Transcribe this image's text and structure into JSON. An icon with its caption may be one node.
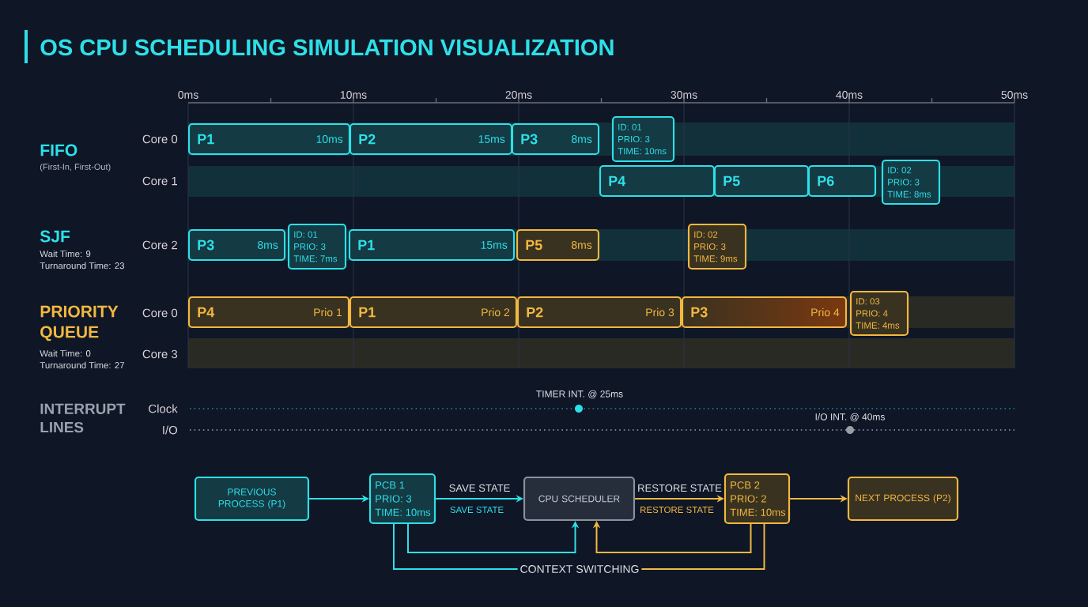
{
  "diagram": {
    "title": "OS CPU SCHEDULING SIMULATION VISUALIZATION",
    "nodes": [
      {
        "text": [
          "P1",
          "10ms"
        ]
      },
      {
        "text": [
          "P2",
          "15ms"
        ]
      },
      {
        "text": [
          "P3",
          "8ms"
        ]
      },
      {
        "text": [
          "ID: 01",
          "PRIO: 3",
          "TIME: 10ms"
        ]
      },
      {
        "text": [
          "P4"
        ]
      },
      {
        "text": [
          "P5"
        ]
      },
      {
        "text": [
          "P6"
        ]
      },
      {
        "text": [
          "ID: 02",
          "PRIO: 3",
          "TIME: 8ms"
        ]
      },
      {
        "text": [
          "P3",
          "8ms"
        ]
      },
      {
        "text": [
          "ID: 01",
          "PRIO: 3",
          "TIME: 7ms"
        ]
      },
      {
        "text": [
          "P1",
          "15ms"
        ]
      },
      {
        "text": [
          "P5",
          "8ms"
        ]
      },
      {
        "text": [
          "ID: 02",
          "PRIO: 3",
          "TIME: 9ms"
        ]
      },
      {
        "text": [
          "P4",
          "Prio 1"
        ]
      },
      {
        "text": [
          "P1",
          "Prio 2"
        ]
      },
      {
        "text": [
          "P2",
          "Prio 3"
        ]
      },
      {
        "text": [
          "P3",
          "Prio 4"
        ]
      },
      {
        "text": [
          "ID: 03",
          "PRIO: 4",
          "TIME: 4ms"
        ]
      },
      {
        "text": [
          "PREVIOUS PROCESS (P1)"
        ]
      },
      {
        "text": [
          "PCB 1",
          "PRIO: 3",
          "TIME: 10ms"
        ]
      },
      {
        "text": [
          "CPU SCHEDULER"
        ]
      },
      {
        "text": [
          "PCB 2",
          "PRIO: 2",
          "TIME: 10ms"
        ]
      },
      {
        "text": [
          "NEXT PROCESS (P2)"
        ]
      },
      {
        "text": [
          "CONTEXT SWITCHING"
        ]
      }
    ],
    "edges": [
      {
        "from": 18,
        "to": 19,
        "arrow": "to",
        "color": "#2de0e8"
      },
      {
        "from": 19,
        "to": 20,
        "arrow": "to",
        "label": "SAVE STATE",
        "color": "#2de0e8"
      },
      {
        "from": 19,
        "to": 20,
        "arrow": "to",
        "color": "#2de0e8"
      },
      {
        "from": 19,
        "to": 23,
        "arrow": "none",
        "color": "#2de0e8"
      },
      {
        "from": 20,
        "to": 21,
        "arrow": "to",
        "label": "RESTORE STATE",
        "color": "#f2b840"
      },
      {
        "from": 21,
        "to": 22,
        "arrow": "to",
        "color": "#f2b840"
      },
      {
        "from": 21,
        "to": 20,
        "arrow": "to",
        "color": "#f2b840"
      },
      {
        "from": 21,
        "to": 23,
        "arrow": "none",
        "color": "#f2b840"
      }
    ],
    "labels": [
      "0ms",
      "10ms",
      "20ms",
      "30ms",
      "40ms",
      "50ms",
      "FIFO",
      "(First-In, First-Out)",
      "Core 0",
      "Core 1",
      "SJF",
      "Wait Time: 9",
      "Turnaround Time: 23",
      "Core 2",
      "PRIORITY QUEUE",
      "Core 0",
      "Wait Time: 0",
      "Turnaround Time: 27",
      "Core 3",
      "INTERRUPT LINES",
      "Clock",
      "TIMER INT. @ 25ms",
      "I/O",
      "I/O INT. @ 40ms",
      "SAVE STATE",
      "RESTORE STATE"
    ]
  }
}
